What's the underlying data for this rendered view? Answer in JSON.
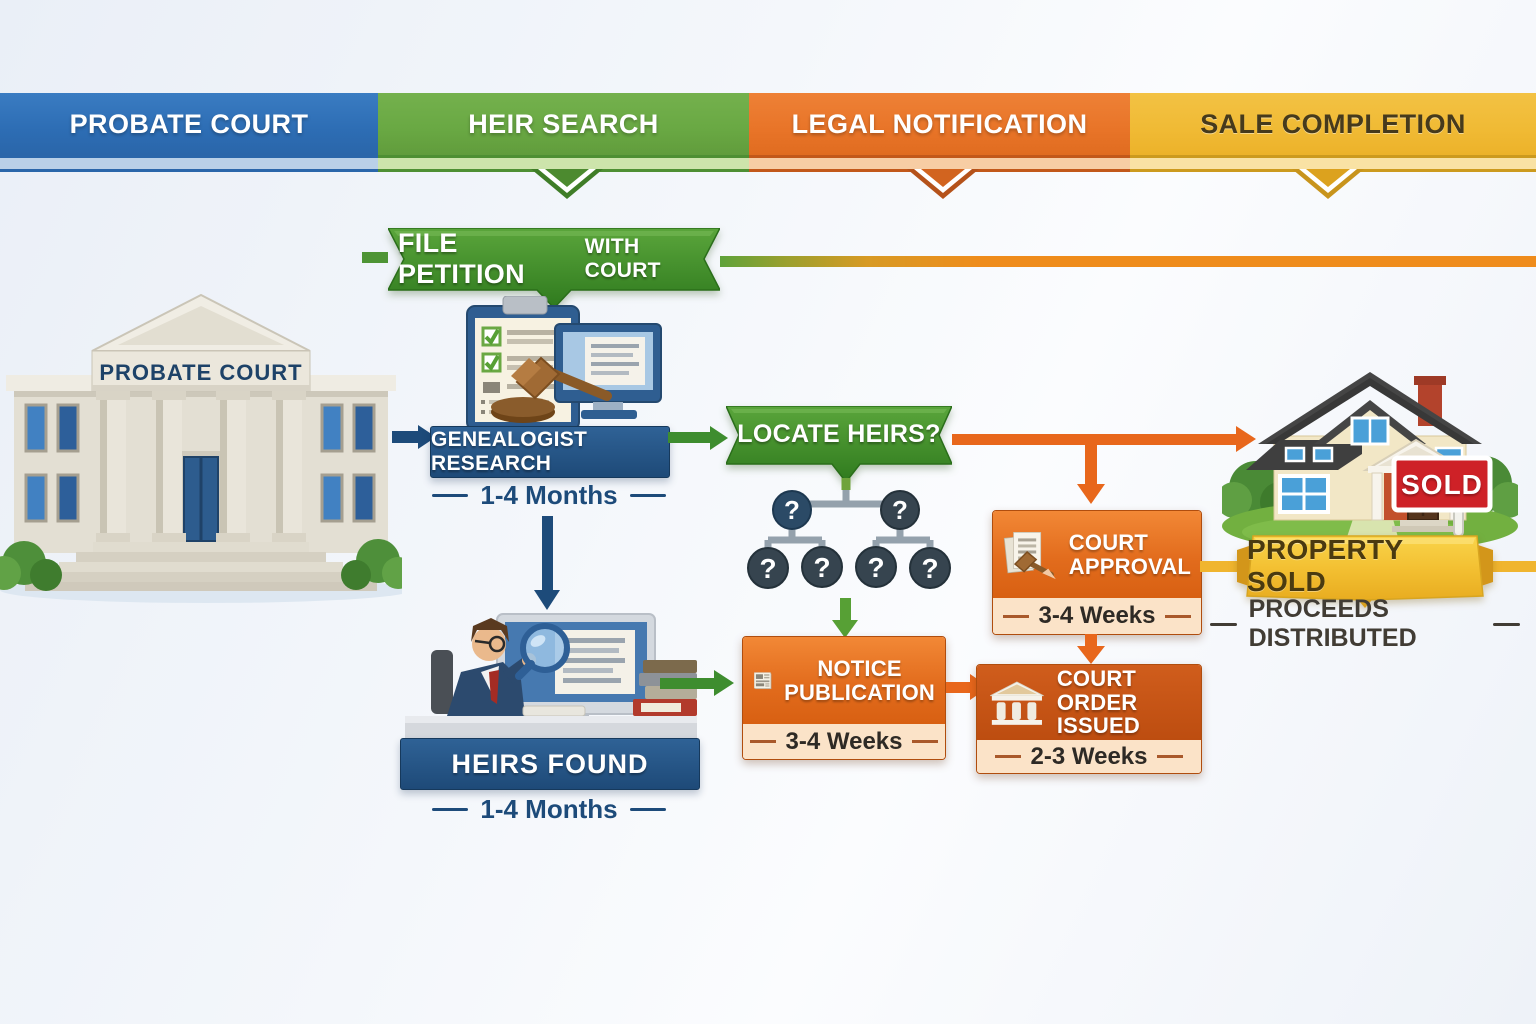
{
  "header": {
    "stages": [
      {
        "label": "PROBATE COURT",
        "color": "#2d6db4"
      },
      {
        "label": "HEIR SEARCH",
        "color": "#69a843"
      },
      {
        "label": "LEGAL NOTIFICATION",
        "color": "#e87428"
      },
      {
        "label": "SALE COMPLETION",
        "color": "#f0ba34"
      }
    ]
  },
  "banners": {
    "file_petition": {
      "title": "FILE PETITION",
      "subtitle": "WITH COURT"
    },
    "locate_heirs": {
      "label": "LOCATE HEIRS?"
    },
    "property_sold": {
      "label": "PROPERTY SOLD",
      "subtitle": "PROCEEDS DISTRIBUTED"
    }
  },
  "steps": {
    "genealogist_research": {
      "label": "GENEALOGIST RESEARCH",
      "duration": "1-4 Months"
    },
    "heirs_found": {
      "label": "HEIRS FOUND",
      "duration": "1-4 Months"
    },
    "court_approval": {
      "line1": "COURT",
      "line2": "APPROVAL",
      "duration": "3-4 Weeks"
    },
    "notice_publication": {
      "line1": "NOTICE",
      "line2": "PUBLICATION",
      "duration": "3-4 Weeks"
    },
    "court_order_issued": {
      "line1": "COURT ORDER",
      "line2": "ISSUED",
      "duration": "2-3 Weeks"
    }
  },
  "illustrations": {
    "courthouse_sign": "PROBATE COURT",
    "sold_sign": "SOLD",
    "question_mark": "?"
  },
  "colors": {
    "stage_blue": "#2d6db4",
    "stage_green": "#69a843",
    "stage_orange": "#e87428",
    "stage_yellow": "#f0ba34",
    "step_box_blue": "#1f4e7d",
    "step_box_orange": "#e06a1e",
    "step_box_rust": "#c25317",
    "cream_band": "#fbe3c8",
    "ribbon_green": "#3f8f2f",
    "ribbon_yellow": "#f5c73c",
    "sold_red": "#ce2127"
  }
}
